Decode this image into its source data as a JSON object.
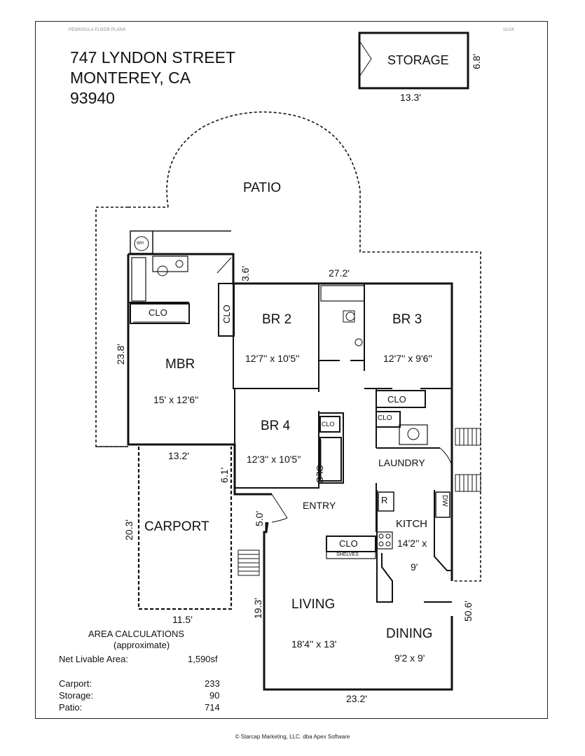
{
  "header": {
    "brand": "PENINSULA FLOOR PLANS",
    "date": "11/24",
    "address_line1": "747 LYNDON STREET",
    "address_line2": "MONTEREY, CA",
    "address_line3": "93940"
  },
  "rooms": {
    "storage": "STORAGE",
    "patio": "PATIO",
    "mbr": "MBR",
    "mbr_size": "15' x 12'6''",
    "br2": "BR 2",
    "br2_size": "12'7'' x 10'5''",
    "br3": "BR 3",
    "br3_size": "12'7'' x 9'6''",
    "br4": "BR 4",
    "br4_size": "12'3'' x 10'5''",
    "carport": "CARPORT",
    "entry": "ENTRY",
    "laundry": "LAUNDRY",
    "kitch": "KITCH",
    "kitch_size_a": "14'2'' x",
    "kitch_size_b": "9'",
    "living": "LIVING",
    "living_size": "18'4'' x 13'",
    "dining": "DINING",
    "dining_size": "9'2 x 9'"
  },
  "fixtures": {
    "clo": "CLO",
    "wh": "WH",
    "r": "R",
    "dw": "DW",
    "shelves": "SHELVES"
  },
  "measurements": {
    "storage_h": "6.8'",
    "storage_w": "13.3'",
    "patio_door": "3.6'",
    "top_width": "27.2'",
    "mbr_side": "23.8'",
    "carport_top": "13.2'",
    "carport_step": "6.1'",
    "carport_side": "20.3'",
    "entry_step": "5.0'",
    "carport_bottom": "11.5'",
    "living_side": "19.3'",
    "right_side": "50.6'",
    "bottom_width": "23.2'"
  },
  "area": {
    "title": "AREA CALCULATIONS",
    "subtitle": "(approximate)",
    "rows": [
      {
        "label": "Net Livable Area:",
        "value": "1,590sf"
      },
      {
        "label": "Carport:",
        "value": "233"
      },
      {
        "label": "Storage:",
        "value": "90"
      },
      {
        "label": "Patio:",
        "value": "714"
      }
    ]
  },
  "copyright": "© Starcap Marketing, LLC. dba Apex Software"
}
